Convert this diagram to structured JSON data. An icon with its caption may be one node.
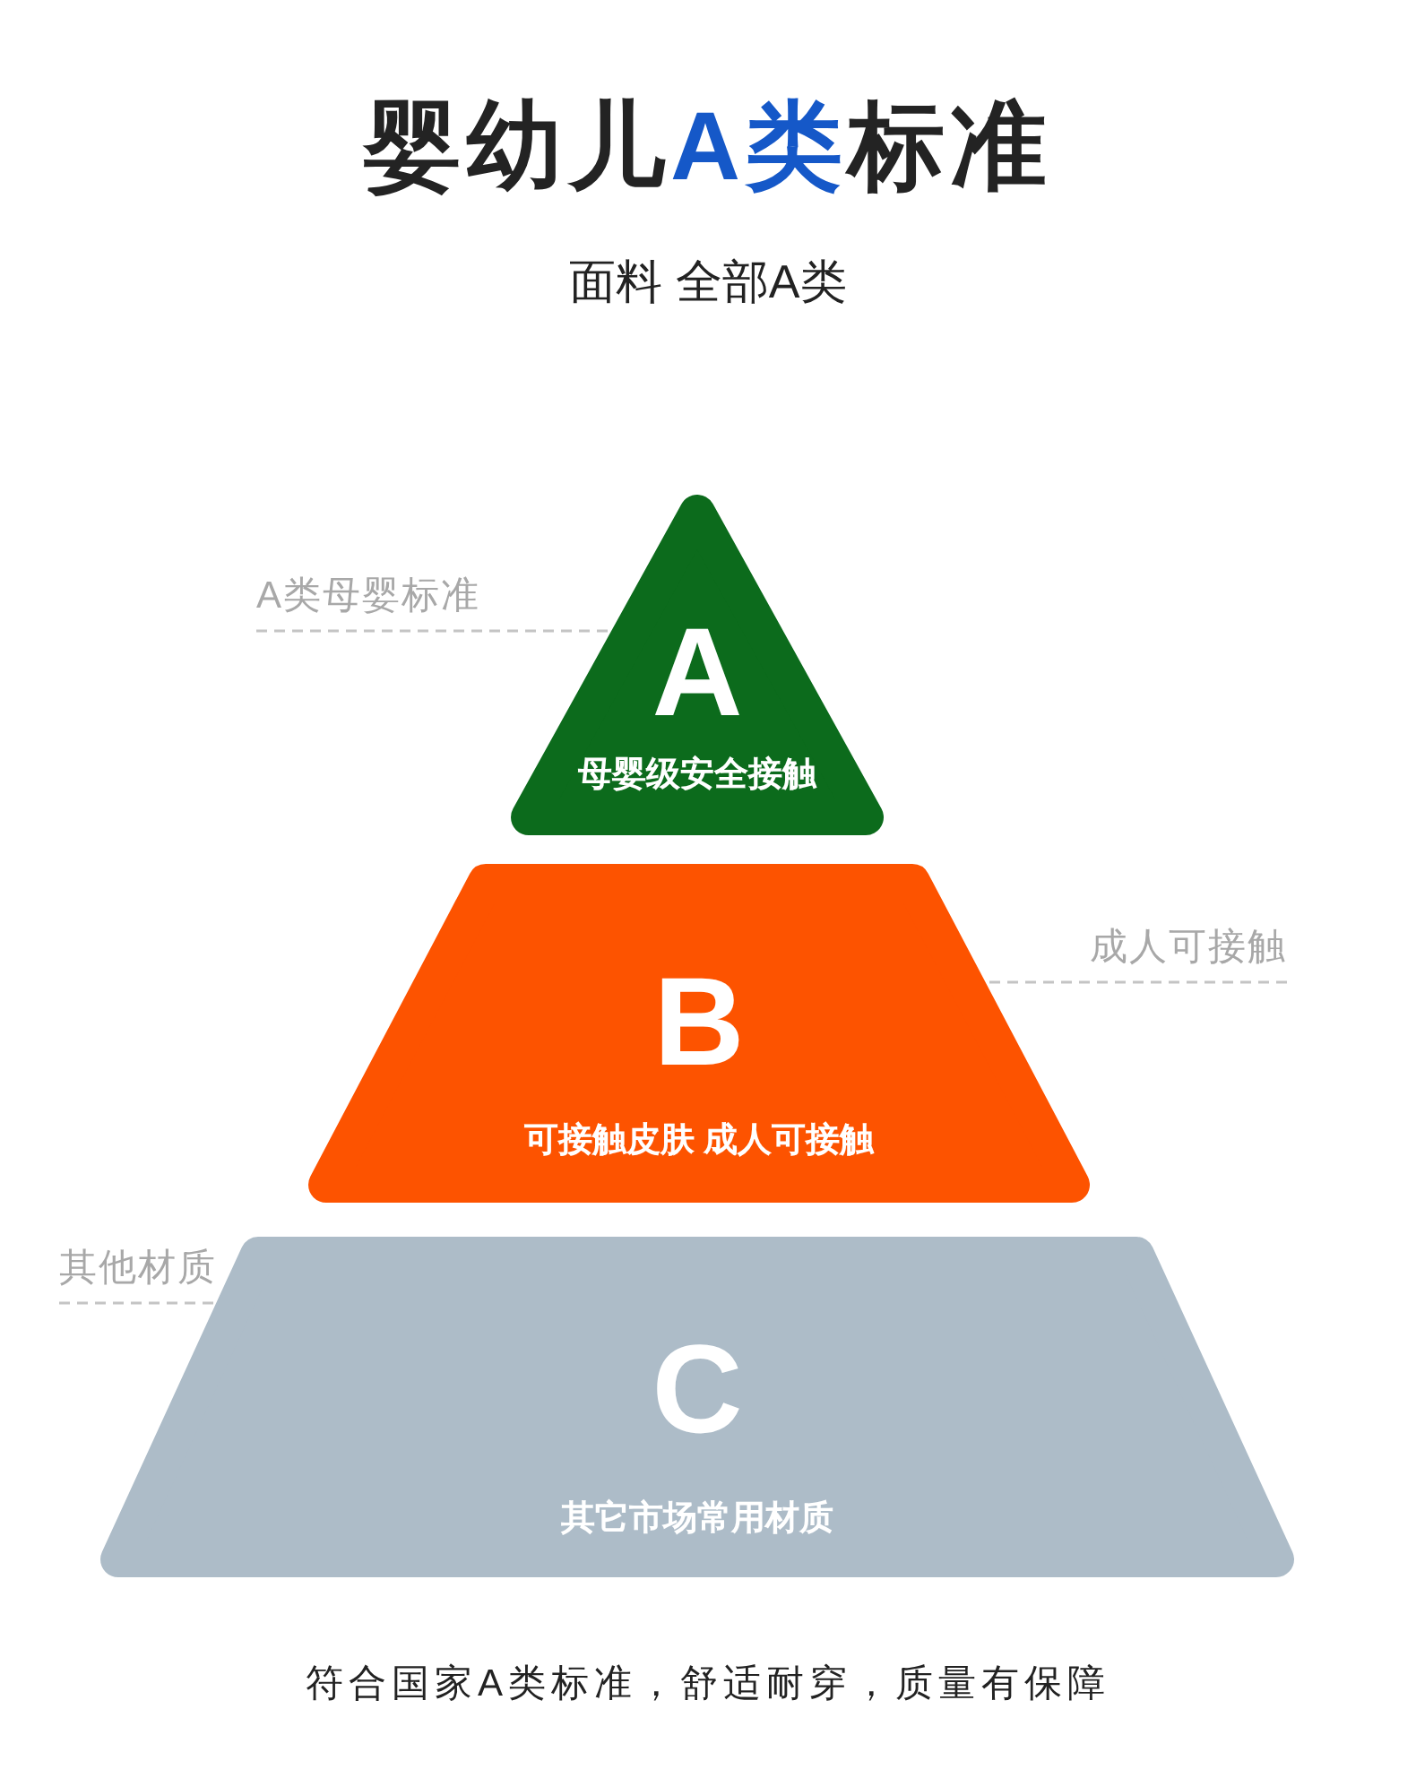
{
  "diagram": {
    "title": "婴幼儿**A类**标准",
    "caption": "符合国家A类标准，舒适耐穿，质量有保障",
    "nodes": [
      {
        "text": [
          "A",
          "母婴级安全接触"
        ]
      },
      {
        "text": [
          "B",
          "可接触皮肤 成人可接触"
        ]
      },
      {
        "text": [
          "C",
          "其它市场常用材质"
        ]
      },
      {
        "text": [
          "A类母婴标准"
        ]
      },
      {
        "text": [
          "成人可接触"
        ]
      },
      {
        "text": [
          "其他材质"
        ]
      }
    ],
    "edges": [
      {
        "from": 3,
        "to": 0,
        "arrow": "none",
        "style": "dashed"
      },
      {
        "from": 4,
        "to": 1,
        "arrow": "none",
        "style": "dashed"
      },
      {
        "from": 5,
        "to": 2,
        "arrow": "none",
        "style": "dashed"
      }
    ],
    "labels": [
      "面料 全部A类"
    ]
  }
}
